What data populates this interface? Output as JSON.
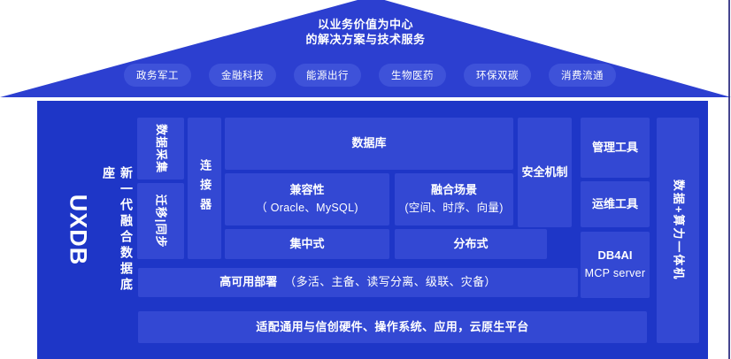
{
  "roof": {
    "title_line1": "以业务价值为中心",
    "title_line2": "的解决方案与技术服务",
    "industries": [
      "政务军工",
      "金融科技",
      "能源出行",
      "生物医药",
      "环保双碳",
      "消费流通"
    ]
  },
  "platform": {
    "brand": "UXDB",
    "tagline": "新一代融合数据底座",
    "data_collect": "数据采集",
    "migrate_sync": "迁移|同步",
    "connector": "连接器",
    "database": "数据库",
    "compatibility_title": "兼容性",
    "compatibility_sub": "（ Oracle、MySQL)",
    "fusion_title": "融合场景",
    "fusion_sub": "(空间、时序、向量)",
    "centralized": "集中式",
    "distributed": "分布式",
    "security": "安全机制",
    "mgmt_tools": "管理工具",
    "ops_tools": "运维工具",
    "db4ai": "DB4AI",
    "mcp_server": "MCP server",
    "ha_title": "高可用部署",
    "ha_sub": "（多活、主备、读写分离、级联、灾备）",
    "adaptation": "适配通用与信创硬件、操作系统、应用，云原生平台",
    "appliance": "数据+算力一体机"
  },
  "colors": {
    "roof": "#2C3FD0",
    "pill": "#3E52D9",
    "board": "#1E36C7",
    "box": "#3348D3",
    "text": "#FFFFFF"
  }
}
